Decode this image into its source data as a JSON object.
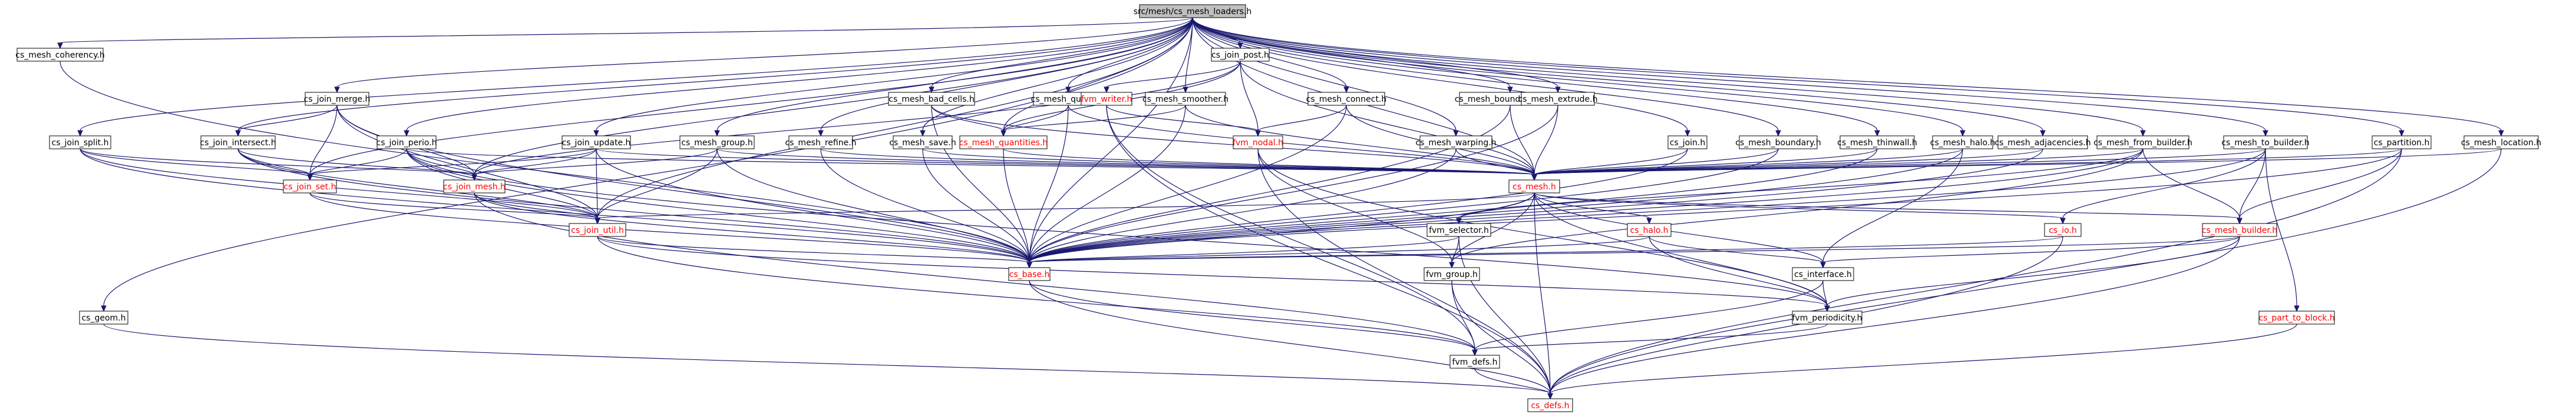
{
  "graph": {
    "nodes": [
      {
        "id": "root",
        "label": "src/mesh/cs_mesh_loaders.h",
        "color": "#000000",
        "root": true
      },
      {
        "id": "coherency",
        "label": "cs_mesh_coherency.h"
      },
      {
        "id": "join_post",
        "label": "cs_join_post.h"
      },
      {
        "id": "join_split",
        "label": "cs_join_split.h"
      },
      {
        "id": "join_merge",
        "label": "cs_join_merge.h"
      },
      {
        "id": "join_intersect",
        "label": "cs_join_intersect.h"
      },
      {
        "id": "join_perio",
        "label": "cs_join_perio.h"
      },
      {
        "id": "join_update",
        "label": "cs_join_update.h"
      },
      {
        "id": "mesh_group",
        "label": "cs_mesh_group.h"
      },
      {
        "id": "mesh_refine",
        "label": "cs_mesh_refine.h"
      },
      {
        "id": "mesh_save",
        "label": "cs_mesh_save.h"
      },
      {
        "id": "bad_cells",
        "label": "cs_mesh_bad_cells.h"
      },
      {
        "id": "quality",
        "label": "cs_mesh_quality.h"
      },
      {
        "id": "fvm_writer",
        "label": "fvm_writer.h",
        "red": true
      },
      {
        "id": "smoother",
        "label": "cs_mesh_smoother.h"
      },
      {
        "id": "connect",
        "label": "cs_mesh_connect.h"
      },
      {
        "id": "boundary_layer",
        "label": "cs_mesh_boundary_layer.h"
      },
      {
        "id": "warping",
        "label": "cs_mesh_warping.h"
      },
      {
        "id": "extrude",
        "label": "cs_mesh_extrude.h"
      },
      {
        "id": "join",
        "label": "cs_join.h"
      },
      {
        "id": "boundary",
        "label": "cs_mesh_boundary.h"
      },
      {
        "id": "thinwall",
        "label": "cs_mesh_thinwall.h"
      },
      {
        "id": "halo_node",
        "label": "cs_mesh_halo.h"
      },
      {
        "id": "adjacencies",
        "label": "cs_mesh_adjacencies.h"
      },
      {
        "id": "from_builder",
        "label": "cs_mesh_from_builder.h"
      },
      {
        "id": "to_builder",
        "label": "cs_mesh_to_builder.h"
      },
      {
        "id": "partition",
        "label": "cs_partition.h"
      },
      {
        "id": "location",
        "label": "cs_mesh_location.h"
      },
      {
        "id": "quantities",
        "label": "cs_mesh_quantities.h",
        "red": true
      },
      {
        "id": "fvm_nodal",
        "label": "fvm_nodal.h",
        "red": true
      },
      {
        "id": "join_set",
        "label": "cs_join_set.h",
        "red": true
      },
      {
        "id": "join_mesh",
        "label": "cs_join_mesh.h",
        "red": true
      },
      {
        "id": "cs_mesh",
        "label": "cs_mesh.h",
        "red": true
      },
      {
        "id": "join_util",
        "label": "cs_join_util.h",
        "red": true
      },
      {
        "id": "fvm_selector",
        "label": "fvm_selector.h"
      },
      {
        "id": "cs_halo",
        "label": "cs_halo.h",
        "red": true
      },
      {
        "id": "cs_io",
        "label": "cs_io.h",
        "red": true
      },
      {
        "id": "mesh_builder",
        "label": "cs_mesh_builder.h",
        "red": true
      },
      {
        "id": "cs_base",
        "label": "cs_base.h",
        "red": true
      },
      {
        "id": "fvm_group",
        "label": "fvm_group.h"
      },
      {
        "id": "interface",
        "label": "cs_interface.h"
      },
      {
        "id": "periodicity",
        "label": "fvm_periodicity.h"
      },
      {
        "id": "geom",
        "label": "cs_geom.h"
      },
      {
        "id": "part_to_block",
        "label": "cs_part_to_block.h",
        "red": true
      },
      {
        "id": "fvm_defs",
        "label": "fvm_defs.h"
      },
      {
        "id": "cs_defs",
        "label": "cs_defs.h",
        "red": true
      }
    ],
    "edges": [
      [
        "root",
        "coherency"
      ],
      [
        "root",
        "join_post"
      ],
      [
        "root",
        "join_split"
      ],
      [
        "root",
        "join_merge"
      ],
      [
        "root",
        "join_intersect"
      ],
      [
        "root",
        "join_perio"
      ],
      [
        "root",
        "join_update"
      ],
      [
        "root",
        "mesh_group"
      ],
      [
        "root",
        "mesh_refine"
      ],
      [
        "root",
        "mesh_save"
      ],
      [
        "root",
        "bad_cells"
      ],
      [
        "root",
        "quality"
      ],
      [
        "root",
        "smoother"
      ],
      [
        "root",
        "connect"
      ],
      [
        "root",
        "boundary_layer"
      ],
      [
        "root",
        "warping"
      ],
      [
        "root",
        "extrude"
      ],
      [
        "root",
        "join"
      ],
      [
        "root",
        "boundary"
      ],
      [
        "root",
        "thinwall"
      ],
      [
        "root",
        "halo_node"
      ],
      [
        "root",
        "adjacencies"
      ],
      [
        "root",
        "from_builder"
      ],
      [
        "root",
        "to_builder"
      ],
      [
        "root",
        "partition"
      ],
      [
        "root",
        "location"
      ],
      [
        "root",
        "geom"
      ],
      [
        "root",
        "quantities"
      ],
      [
        "root",
        "join_set"
      ],
      [
        "root",
        "join_mesh"
      ],
      [
        "root",
        "cs_mesh"
      ],
      [
        "root",
        "join_util"
      ],
      [
        "root",
        "cs_base"
      ],
      [
        "coherency",
        "cs_base"
      ],
      [
        "join_post",
        "fvm_writer"
      ],
      [
        "join_post",
        "fvm_nodal"
      ],
      [
        "join_post",
        "join_mesh"
      ],
      [
        "join_post",
        "cs_mesh"
      ],
      [
        "join_post",
        "quantities"
      ],
      [
        "join_split",
        "join_set"
      ],
      [
        "join_split",
        "join_util"
      ],
      [
        "join_split",
        "cs_base"
      ],
      [
        "join_split",
        "join_mesh"
      ],
      [
        "join_merge",
        "join_intersect"
      ],
      [
        "join_merge",
        "join_set"
      ],
      [
        "join_merge",
        "join_mesh"
      ],
      [
        "join_merge",
        "join_util"
      ],
      [
        "join_merge",
        "cs_base"
      ],
      [
        "join_intersect",
        "join_set"
      ],
      [
        "join_intersect",
        "join_mesh"
      ],
      [
        "join_intersect",
        "join_util"
      ],
      [
        "join_intersect",
        "cs_base"
      ],
      [
        "join_perio",
        "join_set"
      ],
      [
        "join_perio",
        "join_mesh"
      ],
      [
        "join_perio",
        "join_util"
      ],
      [
        "join_perio",
        "cs_mesh"
      ],
      [
        "join_perio",
        "cs_base"
      ],
      [
        "join_perio",
        "periodicity"
      ],
      [
        "join_update",
        "join_set"
      ],
      [
        "join_update",
        "join_mesh"
      ],
      [
        "join_update",
        "join_util"
      ],
      [
        "join_update",
        "cs_mesh"
      ],
      [
        "join_update",
        "cs_base"
      ],
      [
        "mesh_group",
        "cs_mesh"
      ],
      [
        "mesh_group",
        "join_mesh"
      ],
      [
        "mesh_group",
        "join_util"
      ],
      [
        "mesh_group",
        "cs_base"
      ],
      [
        "mesh_refine",
        "cs_mesh"
      ],
      [
        "mesh_refine",
        "cs_base"
      ],
      [
        "mesh_save",
        "cs_mesh"
      ],
      [
        "mesh_save",
        "cs_base"
      ],
      [
        "bad_cells",
        "quantities"
      ],
      [
        "bad_cells",
        "cs_mesh"
      ],
      [
        "bad_cells",
        "cs_base"
      ],
      [
        "quality",
        "quantities"
      ],
      [
        "quality",
        "cs_mesh"
      ],
      [
        "quality",
        "cs_base"
      ],
      [
        "fvm_writer",
        "fvm_nodal"
      ],
      [
        "fvm_writer",
        "fvm_defs"
      ],
      [
        "fvm_writer",
        "cs_defs"
      ],
      [
        "smoother",
        "quantities"
      ],
      [
        "smoother",
        "cs_mesh"
      ],
      [
        "smoother",
        "cs_base"
      ],
      [
        "connect",
        "fvm_nodal"
      ],
      [
        "connect",
        "cs_mesh"
      ],
      [
        "connect",
        "cs_base"
      ],
      [
        "boundary_layer",
        "extrude"
      ],
      [
        "boundary_layer",
        "cs_mesh"
      ],
      [
        "boundary_layer",
        "cs_base"
      ],
      [
        "warping",
        "cs_mesh"
      ],
      [
        "warping",
        "cs_base"
      ],
      [
        "extrude",
        "cs_mesh"
      ],
      [
        "extrude",
        "cs_base"
      ],
      [
        "join",
        "cs_mesh"
      ],
      [
        "join",
        "cs_base"
      ],
      [
        "boundary",
        "cs_mesh"
      ],
      [
        "boundary",
        "cs_base"
      ],
      [
        "thinwall",
        "cs_mesh"
      ],
      [
        "thinwall",
        "cs_base"
      ],
      [
        "halo_node",
        "cs_mesh"
      ],
      [
        "halo_node",
        "interface"
      ],
      [
        "halo_node",
        "cs_base"
      ],
      [
        "adjacencies",
        "cs_mesh"
      ],
      [
        "adjacencies",
        "cs_base"
      ],
      [
        "from_builder",
        "cs_mesh"
      ],
      [
        "from_builder",
        "mesh_builder"
      ],
      [
        "from_builder",
        "cs_base"
      ],
      [
        "from_builder",
        "fvm_group"
      ],
      [
        "from_builder",
        "fvm_selector"
      ],
      [
        "to_builder",
        "cs_mesh"
      ],
      [
        "to_builder",
        "mesh_builder"
      ],
      [
        "to_builder",
        "cs_io"
      ],
      [
        "to_builder",
        "part_to_block"
      ],
      [
        "to_builder",
        "cs_base"
      ],
      [
        "partition",
        "cs_mesh"
      ],
      [
        "partition",
        "mesh_builder"
      ],
      [
        "partition",
        "cs_defs"
      ],
      [
        "partition",
        "cs_base"
      ],
      [
        "location",
        "cs_mesh"
      ],
      [
        "location",
        "cs_defs"
      ],
      [
        "quantities",
        "cs_mesh"
      ],
      [
        "quantities",
        "cs_base"
      ],
      [
        "fvm_nodal",
        "fvm_group"
      ],
      [
        "fvm_nodal",
        "fvm_periodicity_dummy"
      ],
      [
        "fvm_nodal",
        "cs_defs"
      ],
      [
        "join_set",
        "join_util"
      ],
      [
        "join_set",
        "cs_base"
      ],
      [
        "join_mesh",
        "join_util"
      ],
      [
        "join_mesh",
        "cs_base"
      ],
      [
        "join_mesh",
        "fvm_defs"
      ],
      [
        "cs_mesh",
        "join_util"
      ],
      [
        "cs_mesh",
        "fvm_selector"
      ],
      [
        "cs_mesh",
        "cs_halo"
      ],
      [
        "cs_mesh",
        "cs_io"
      ],
      [
        "cs_mesh",
        "mesh_builder"
      ],
      [
        "cs_mesh",
        "cs_base"
      ],
      [
        "cs_mesh",
        "fvm_group"
      ],
      [
        "cs_mesh",
        "interface"
      ],
      [
        "cs_mesh",
        "periodicity"
      ],
      [
        "cs_mesh",
        "cs_defs"
      ],
      [
        "join_util",
        "cs_base"
      ],
      [
        "join_util",
        "fvm_defs"
      ],
      [
        "join_util",
        "periodicity"
      ],
      [
        "fvm_selector",
        "fvm_group"
      ],
      [
        "fvm_selector",
        "cs_base"
      ],
      [
        "fvm_selector",
        "cs_defs"
      ],
      [
        "cs_halo",
        "interface"
      ],
      [
        "cs_halo",
        "periodicity"
      ],
      [
        "cs_halo",
        "cs_base"
      ],
      [
        "cs_io",
        "cs_base"
      ],
      [
        "cs_io",
        "cs_defs"
      ],
      [
        "mesh_builder",
        "interface"
      ],
      [
        "mesh_builder",
        "periodicity"
      ],
      [
        "mesh_builder",
        "cs_base"
      ],
      [
        "mesh_builder",
        "cs_defs"
      ],
      [
        "cs_base",
        "cs_defs"
      ],
      [
        "cs_base",
        "fvm_defs"
      ],
      [
        "fvm_group",
        "fvm_defs"
      ],
      [
        "fvm_group",
        "cs_defs"
      ],
      [
        "interface",
        "periodicity"
      ],
      [
        "interface",
        "fvm_defs"
      ],
      [
        "periodicity",
        "fvm_defs"
      ],
      [
        "geom",
        "cs_defs"
      ],
      [
        "part_to_block",
        "cs_defs"
      ],
      [
        "fvm_defs",
        "cs_defs"
      ]
    ]
  }
}
